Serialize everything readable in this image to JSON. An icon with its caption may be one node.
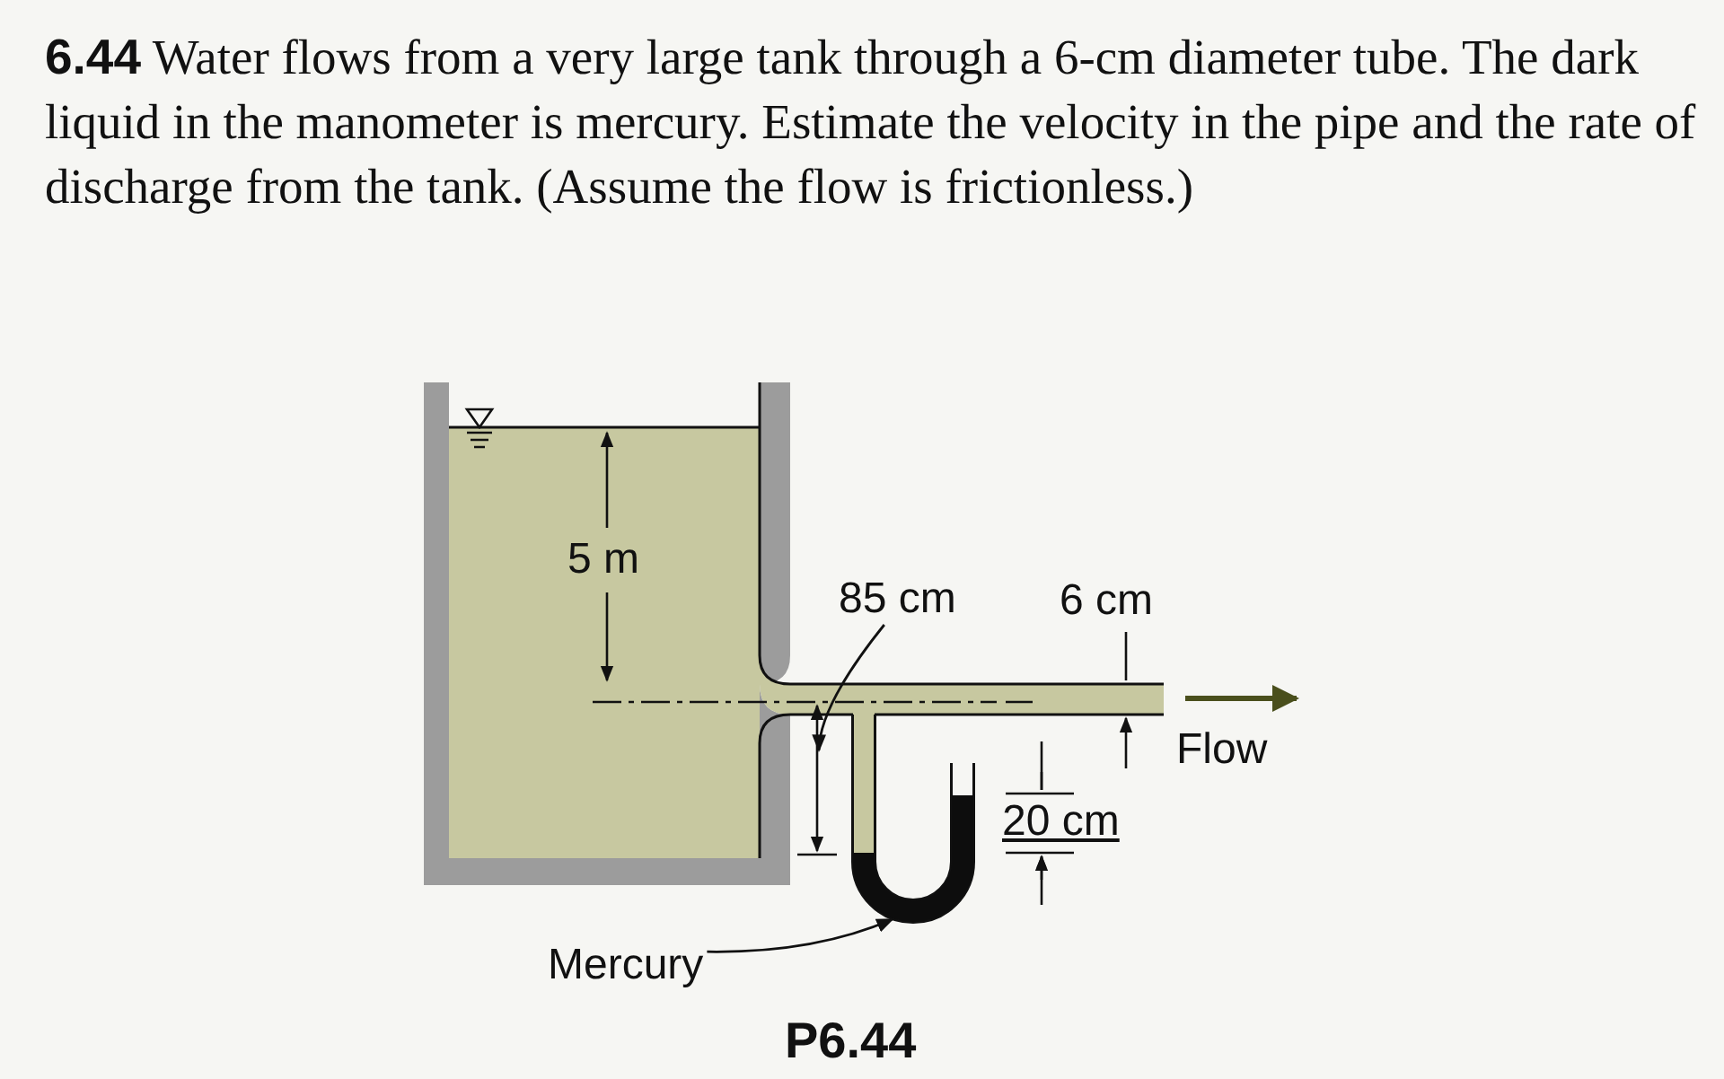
{
  "diagram": {
    "caption": "P6.44",
    "nodes": [
      {
        "text": [
          "85 cm"
        ]
      },
      {
        "text": [
          "Mercury"
        ]
      },
      {
        "text": [],
        "shape": "picture"
      }
    ],
    "edges": [
      {
        "from": 0,
        "to": null,
        "arrow": "to"
      },
      {
        "from": 1,
        "to": 2,
        "arrow": "to"
      }
    ],
    "labels": [
      "**6.44** Water flows from a very large tank through a 6-cm diameter tube. The dark liquid in the manometer is mercury. Estimate the velocity in the pipe and the rate of discharge from the tank. (Assume the flow is frictionless.)",
      "5 m",
      "6 cm",
      "Flow",
      "20 cm"
    ]
  }
}
